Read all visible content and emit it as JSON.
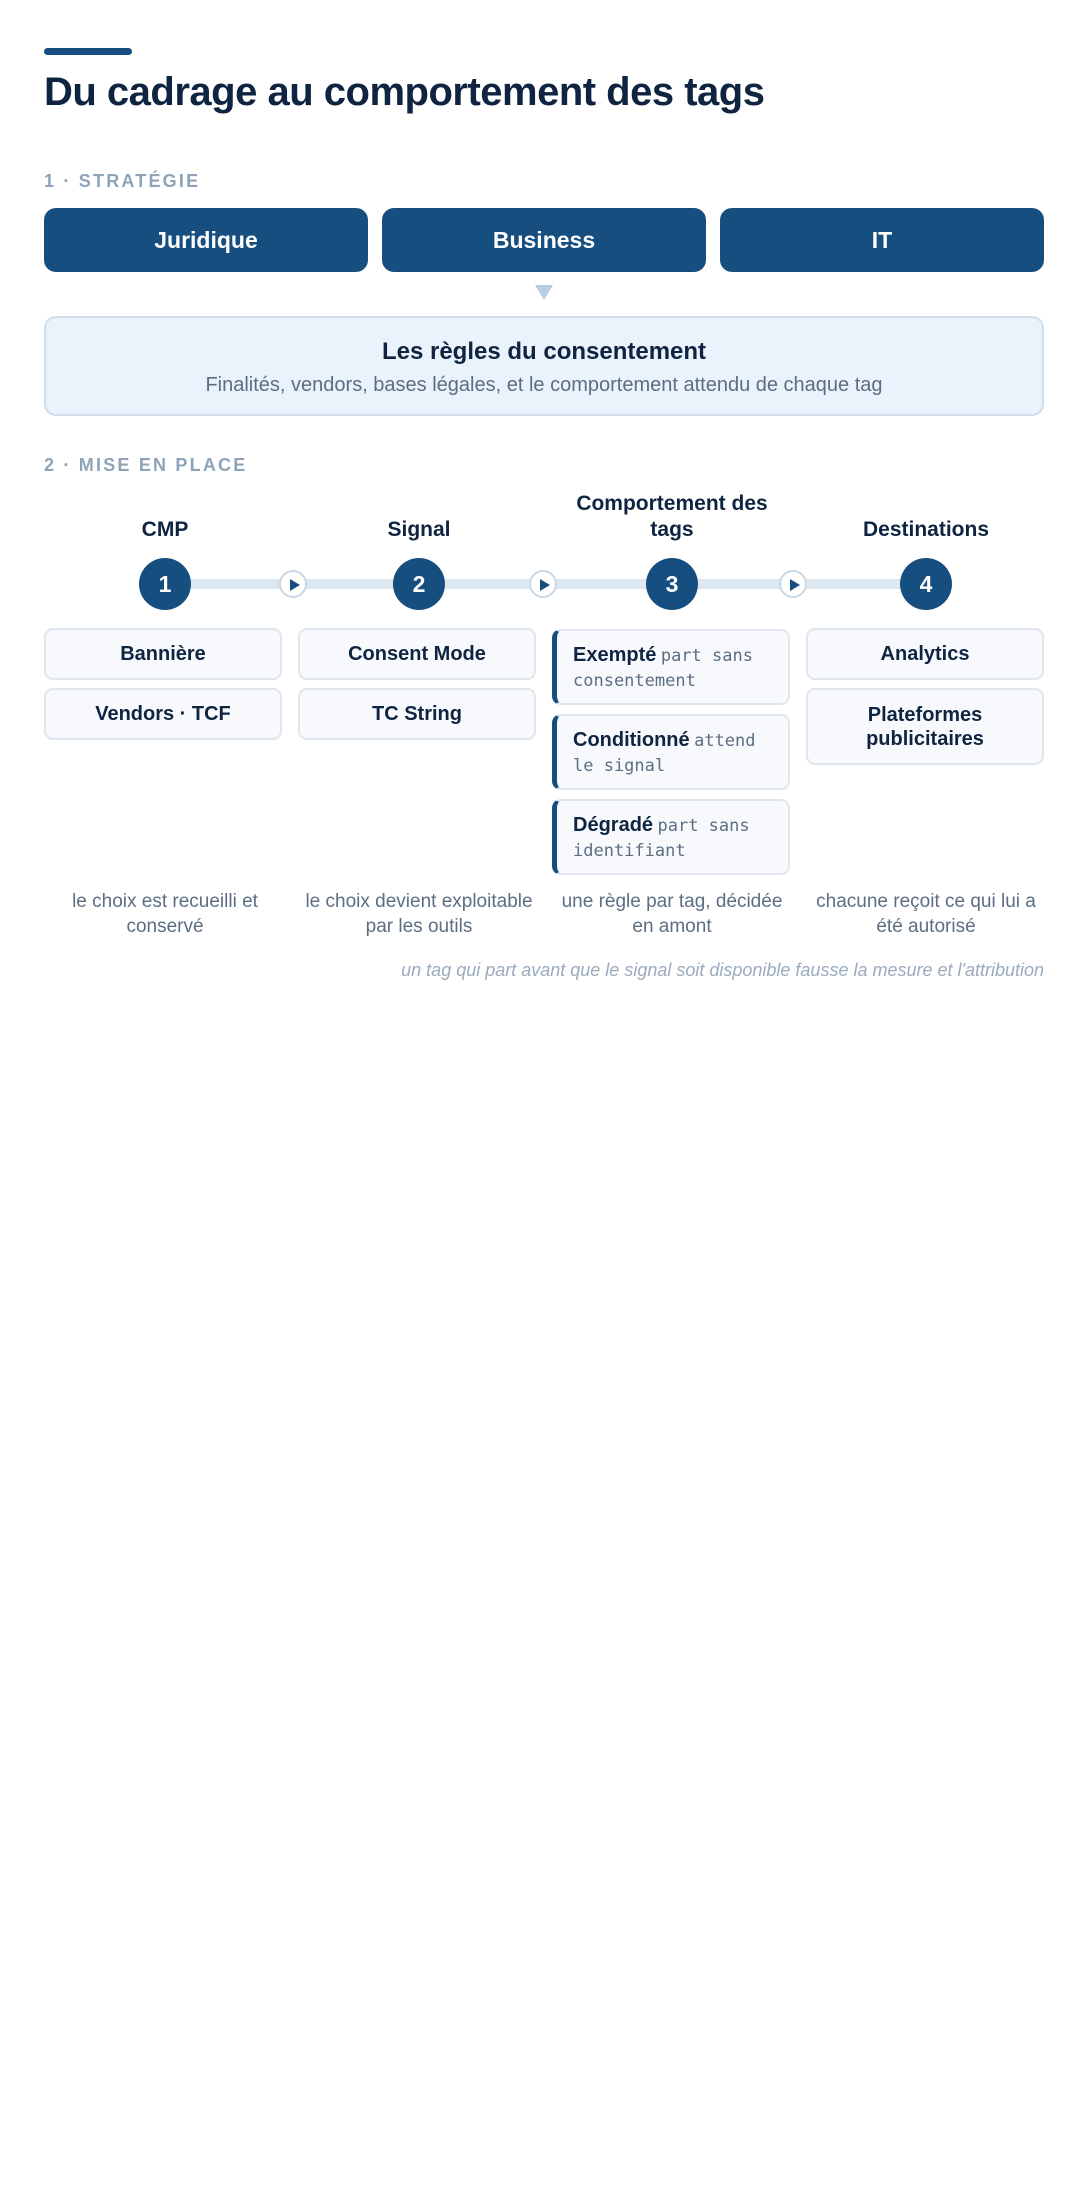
{
  "title": "Du cadrage au comportement des tags",
  "strategy": {
    "label": "1 · STRATÉGIE",
    "stakeholders": [
      "Juridique",
      "Business",
      "IT"
    ],
    "rules": {
      "title": "Les règles du consentement",
      "subtitle": "Finalités, vendors, bases légales, et le comportement attendu de chaque tag"
    }
  },
  "setup": {
    "label": "2 · MISE EN PLACE",
    "columns": [
      {
        "step": "1",
        "title": "CMP",
        "items": [
          "Bannière",
          "Vendors · TCF"
        ],
        "caption": "le choix est recueilli et conservé"
      },
      {
        "step": "2",
        "title": "Signal",
        "items": [
          "Consent Mode",
          "TC String"
        ],
        "caption": "le choix devient exploitable par les outils"
      },
      {
        "step": "3",
        "title": "Comportement des tags",
        "behaviors": [
          {
            "name": "Exempté",
            "desc": "part sans consentement"
          },
          {
            "name": "Conditionné",
            "desc": "attend le signal"
          },
          {
            "name": "Dégradé",
            "desc": "part sans identifiant"
          }
        ],
        "caption": "une règle par tag, décidée en amont"
      },
      {
        "step": "4",
        "title": "Destinations",
        "items": [
          "Analytics",
          "Plateformes publicitaires"
        ],
        "caption": "chacune reçoit ce qui lui a été autorisé"
      }
    ],
    "footnote": "un tag qui part avant que le signal soit disponible fausse la mesure et l'attribution"
  },
  "colors": {
    "primary": "#174e80",
    "panel": "#eaf2fb",
    "muted": "#8fa3b8"
  }
}
